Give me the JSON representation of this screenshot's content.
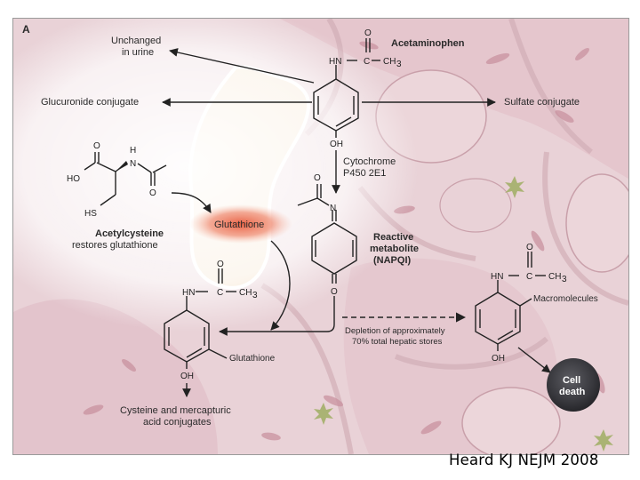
{
  "panel_label": "A",
  "citation": "Heard KJ NEJM 2008",
  "labels": {
    "unchanged_1": "Unchanged",
    "unchanged_2": "in urine",
    "acetaminophen": "Acetaminophen",
    "glucuronide": "Glucuronide conjugate",
    "sulfate": "Sulfate conjugate",
    "cyp_1": "Cytochrome",
    "cyp_2": "P450 2E1",
    "glutathione_pool": "Glutathione",
    "acetylcysteine_1": "Acetylcysteine",
    "acetylcysteine_2": "restores glutathione",
    "reactive_1": "Reactive",
    "reactive_2": "metabolite",
    "reactive_3": "(NAPQI)",
    "glutathione_adduct": "Glutathione",
    "macromolecules": "Macromolecules",
    "depletion_1": "Depletion of approximately",
    "depletion_2": "70% total hepatic stores",
    "cysteine_1": "Cysteine and mercapturic",
    "cysteine_2": "acid conjugates",
    "cell_death_1": "Cell",
    "cell_death_2": "death"
  },
  "atoms": {
    "hn": "HN",
    "c": "C",
    "ch3": "CH",
    "sub3": "3",
    "o": "O",
    "oh": "OH",
    "ho": "HO",
    "n": "N",
    "h": "H",
    "hs": "HS"
  },
  "colors": {
    "background_tissue": "#e7cdd3",
    "cell_border": "#c9a2ad",
    "sinusoid": "#f6e6cf",
    "glutathione_glow": "#e2573a",
    "cell_death": "#3c3c40",
    "ink": "#2a2a2a"
  }
}
